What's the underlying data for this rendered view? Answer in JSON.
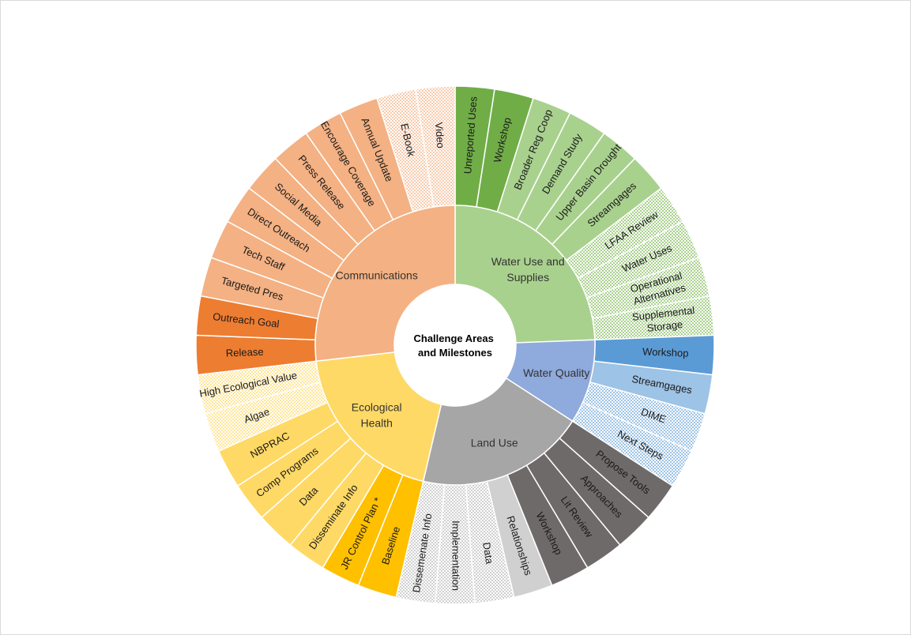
{
  "chart_data": {
    "type": "sunburst",
    "title": "Challenge Areas and Milestones",
    "center_label_lines": [
      "Challenge Areas",
      "and Milestones"
    ],
    "categories": [
      {
        "name": "Water Use and Supplies",
        "label_lines": [
          "Water Use and",
          "Supplies"
        ],
        "color": "#a9d18e",
        "children": [
          {
            "name": "Unreported Uses",
            "value": 1,
            "color": "#70ad47",
            "pattern": "solid"
          },
          {
            "name": "Workshop",
            "value": 1,
            "color": "#70ad47",
            "pattern": "solid"
          },
          {
            "name": "Broader Reg Coop",
            "value": 1,
            "color": "#a9d18e",
            "pattern": "solid"
          },
          {
            "name": "Demand Study",
            "value": 1,
            "color": "#a9d18e",
            "pattern": "solid"
          },
          {
            "name": "Upper Basin Drought",
            "value": 1,
            "color": "#a9d18e",
            "pattern": "solid"
          },
          {
            "name": "Streamgages",
            "value": 1,
            "color": "#a9d18e",
            "pattern": "solid"
          },
          {
            "name": "LFAA Review",
            "value": 1,
            "color": "#a9d18e",
            "pattern": "dotted"
          },
          {
            "name": "Water Uses",
            "value": 1,
            "color": "#a9d18e",
            "pattern": "dotted"
          },
          {
            "name": "Operational Alternatives",
            "label_lines": [
              "Operational",
              "Alternatives"
            ],
            "value": 1,
            "color": "#a9d18e",
            "pattern": "dotted"
          },
          {
            "name": "Supplemental Storage",
            "label_lines": [
              "Supplemental",
              "Storage"
            ],
            "value": 1,
            "color": "#a9d18e",
            "pattern": "dotted"
          }
        ]
      },
      {
        "name": "Water Quality",
        "label_lines": [
          "Water Quality"
        ],
        "color": "#8faadc",
        "children": [
          {
            "name": "Workshop",
            "value": 1,
            "color": "#5b9bd5",
            "pattern": "solid"
          },
          {
            "name": "Streamgages",
            "value": 1,
            "color": "#9dc3e6",
            "pattern": "solid"
          },
          {
            "name": "DIME",
            "value": 1,
            "color": "#9dc3e6",
            "pattern": "dotted"
          },
          {
            "name": "Next Steps",
            "value": 1,
            "color": "#9dc3e6",
            "pattern": "dotted"
          }
        ]
      },
      {
        "name": "Land Use",
        "label_lines": [
          "Land Use"
        ],
        "color": "#a6a6a6",
        "children": [
          {
            "name": "Propose Tools",
            "value": 1,
            "color": "#6f6a6a",
            "pattern": "solid"
          },
          {
            "name": "Approaches",
            "value": 1,
            "color": "#6f6a6a",
            "pattern": "solid"
          },
          {
            "name": "Lit Review",
            "value": 1,
            "color": "#6f6a6a",
            "pattern": "solid"
          },
          {
            "name": "Workshop",
            "value": 1,
            "color": "#6f6a6a",
            "pattern": "solid"
          },
          {
            "name": "Relationships",
            "value": 1,
            "color": "#d0d0d0",
            "pattern": "solid"
          },
          {
            "name": "Data",
            "value": 1,
            "color": "#d0d0d0",
            "pattern": "dotted"
          },
          {
            "name": "Implementation",
            "value": 1,
            "color": "#d0d0d0",
            "pattern": "dotted"
          },
          {
            "name": "Dissemenate Info",
            "value": 1,
            "color": "#d0d0d0",
            "pattern": "dotted"
          }
        ]
      },
      {
        "name": "Ecological Health",
        "label_lines": [
          "Ecological",
          "Health"
        ],
        "color": "#ffd966",
        "children": [
          {
            "name": "Baseline",
            "value": 1,
            "color": "#ffc000",
            "pattern": "solid"
          },
          {
            "name": "JR Control Plan *",
            "value": 1,
            "color": "#ffc000",
            "pattern": "solid"
          },
          {
            "name": "Disseminate Info",
            "value": 1,
            "color": "#ffd966",
            "pattern": "solid"
          },
          {
            "name": "Data",
            "value": 1,
            "color": "#ffd966",
            "pattern": "solid"
          },
          {
            "name": "Comp Programs",
            "value": 1,
            "color": "#ffd966",
            "pattern": "solid"
          },
          {
            "name": "NBPRAC",
            "value": 1,
            "color": "#ffd966",
            "pattern": "solid"
          },
          {
            "name": "Algae",
            "value": 1,
            "color": "#ffe699",
            "pattern": "dotted"
          },
          {
            "name": "High Ecological Value",
            "value": 1,
            "color": "#ffe699",
            "pattern": "dotted"
          }
        ]
      },
      {
        "name": "Communications",
        "label_lines": [
          "Communications"
        ],
        "color": "#f4b183",
        "children": [
          {
            "name": "Release",
            "value": 1,
            "color": "#ed7d31",
            "pattern": "solid"
          },
          {
            "name": "Outreach Goal",
            "value": 1,
            "color": "#ed7d31",
            "pattern": "solid"
          },
          {
            "name": "Targeted Pres",
            "value": 1,
            "color": "#f4b183",
            "pattern": "solid"
          },
          {
            "name": "Tech Staff",
            "value": 1,
            "color": "#f4b183",
            "pattern": "solid"
          },
          {
            "name": "Direct Outreach",
            "value": 1,
            "color": "#f4b183",
            "pattern": "solid"
          },
          {
            "name": "Social Media",
            "value": 1,
            "color": "#f4b183",
            "pattern": "solid"
          },
          {
            "name": "Press Release",
            "value": 1,
            "color": "#f4b183",
            "pattern": "solid"
          },
          {
            "name": "Encourage Coverage",
            "value": 1,
            "color": "#f4b183",
            "pattern": "solid"
          },
          {
            "name": "Annual Update",
            "value": 1,
            "color": "#f4b183",
            "pattern": "solid"
          },
          {
            "name": "E-Book",
            "value": 1,
            "color": "#f8cbad",
            "pattern": "dotted"
          },
          {
            "name": "Video",
            "value": 1,
            "color": "#f8cbad",
            "pattern": "dotted"
          }
        ]
      }
    ]
  }
}
